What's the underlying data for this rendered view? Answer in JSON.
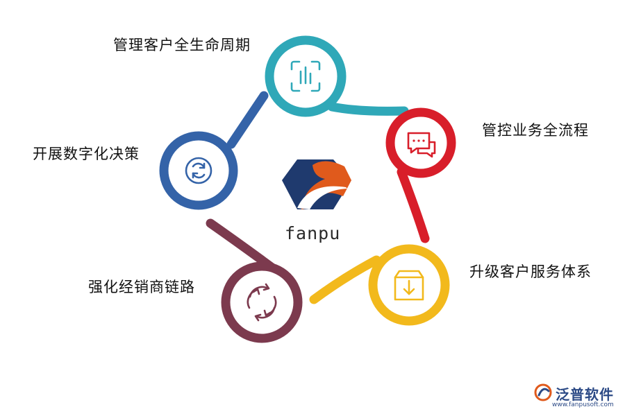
{
  "nodes": [
    {
      "id": "teal",
      "label": "管理客户全生命周期",
      "icon": "bar-chart-icon",
      "color": "#2fa8b8"
    },
    {
      "id": "red",
      "label": "管控业务全流程",
      "icon": "chat-bubbles-icon",
      "color": "#d81e2a"
    },
    {
      "id": "yellow",
      "label": "升级客户服务体系",
      "icon": "inbox-download-icon",
      "color": "#f2b91c"
    },
    {
      "id": "maroon",
      "label": "强化经销商链路",
      "icon": "cycle-arrows-icon",
      "color": "#7c3a4e"
    },
    {
      "id": "blue",
      "label": "开展数字化决策",
      "icon": "refresh-icon",
      "color": "#3463a8"
    }
  ],
  "center": {
    "brand_text": "fanpu",
    "colors": {
      "navy": "#1f3a6e",
      "orange": "#e05a1c"
    }
  },
  "watermark": {
    "name": "泛普软件",
    "url": "www.fanpusoft.com",
    "color": "#2c4a86"
  }
}
